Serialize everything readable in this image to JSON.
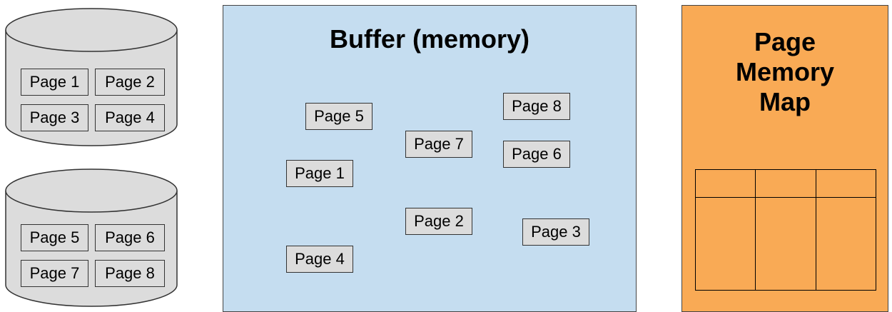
{
  "disks": [
    {
      "pages": [
        "Page 1",
        "Page 2",
        "Page 3",
        "Page 4"
      ]
    },
    {
      "pages": [
        "Page 5",
        "Page 6",
        "Page 7",
        "Page 8"
      ]
    }
  ],
  "buffer": {
    "title": "Buffer (memory)",
    "pages": [
      "Page 5",
      "Page 8",
      "Page 7",
      "Page 6",
      "Page 1",
      "Page 2",
      "Page 3",
      "Page 4"
    ]
  },
  "page_memory_map": {
    "title_lines": [
      "Page",
      "Memory",
      "Map"
    ],
    "columns": 3,
    "rows": 2
  },
  "colors": {
    "disk_fill": "#dcdcdc",
    "buffer_fill": "#c5ddf0",
    "map_fill": "#f9aa55",
    "page_fill": "#dcdcdc"
  }
}
